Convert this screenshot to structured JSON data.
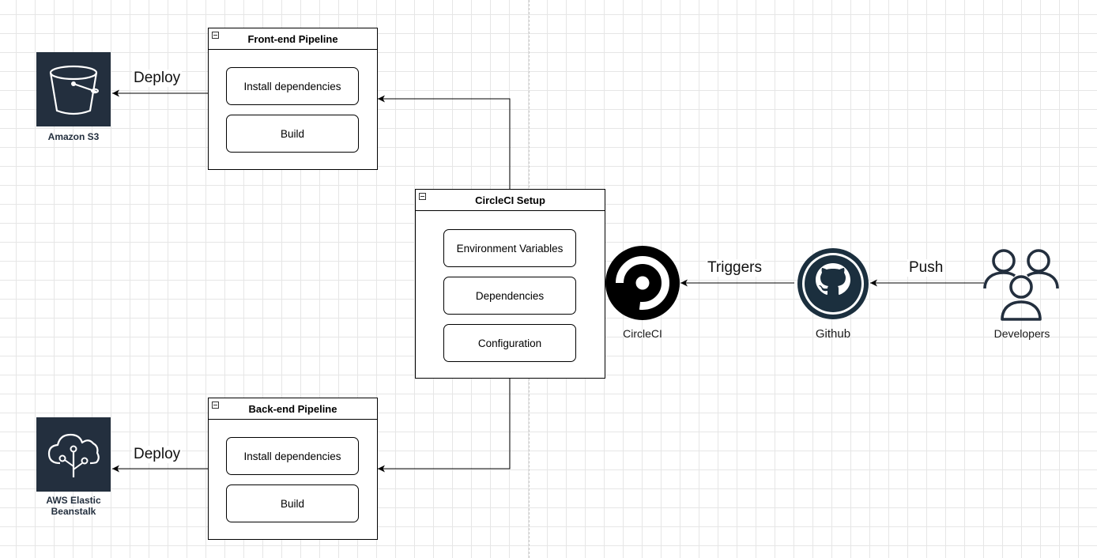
{
  "pipelines": {
    "frontend": {
      "title": "Front-end Pipeline",
      "steps": [
        "Install dependencies",
        "Build"
      ]
    },
    "backend": {
      "title": "Back-end Pipeline",
      "steps": [
        "Install dependencies",
        "Build"
      ]
    }
  },
  "circleci_setup": {
    "title": "CircleCI Setup",
    "steps": [
      "Environment Variables",
      "Dependencies",
      "Configuration"
    ]
  },
  "nodes": {
    "s3": {
      "label": "Amazon S3",
      "icon": "s3-bucket-icon"
    },
    "beanstalk": {
      "label_line1": "AWS Elastic",
      "label_line2": "Beanstalk",
      "icon": "elastic-beanstalk-icon"
    },
    "circleci": {
      "label": "CircleCI",
      "icon": "circleci-logo-icon"
    },
    "github": {
      "label": "Github",
      "icon": "github-logo-icon"
    },
    "developers": {
      "label": "Developers",
      "icon": "users-icon"
    }
  },
  "edges": {
    "deploy_frontend": "Deploy",
    "deploy_backend": "Deploy",
    "triggers": "Triggers",
    "push": "Push"
  },
  "colors": {
    "aws_dark": "#232f3e",
    "line": "#000000"
  }
}
